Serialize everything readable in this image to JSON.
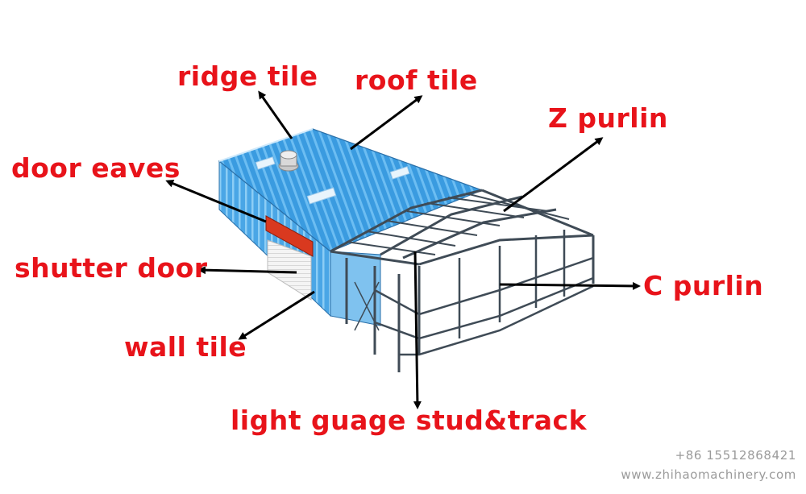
{
  "labels": {
    "ridge_tile": "ridge tile",
    "roof_tile": "roof tile",
    "z_purlin": "Z purlin",
    "door_eaves": "door eaves",
    "shutter_door": "shutter door",
    "c_purlin": "C purlin",
    "wall_tile": "wall tile",
    "stud_track": "light guage stud&track"
  },
  "watermark": {
    "phone": "+86 15512868421",
    "website": "www.zhihaomachinery.com"
  },
  "colors": {
    "label": "#e8131a",
    "arrow": "#000000",
    "roof": "#3a9be0",
    "frame": "#3f4b56",
    "door_eaves": "#d9391f",
    "watermark": "#9a9a9a"
  }
}
